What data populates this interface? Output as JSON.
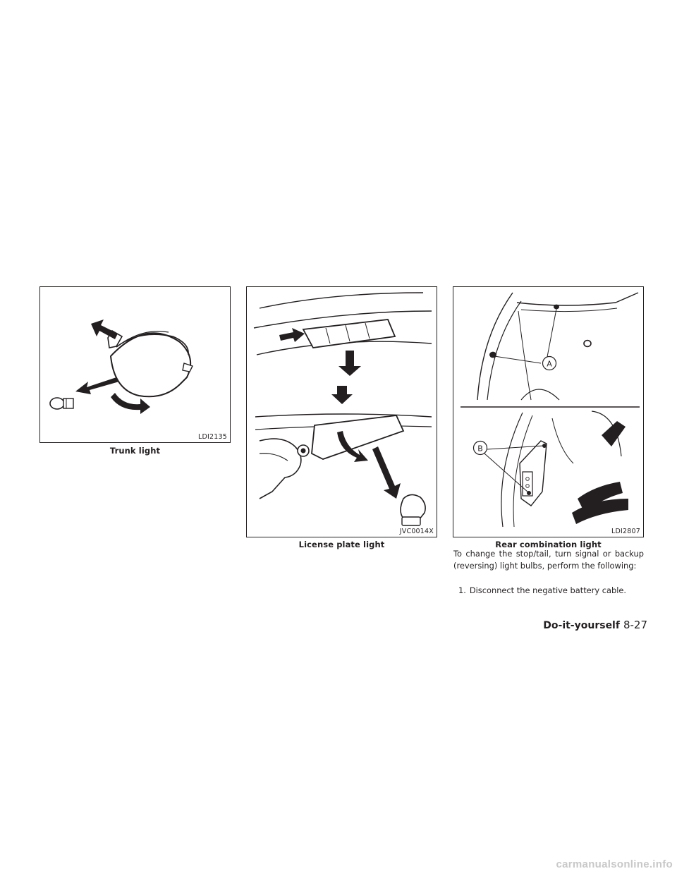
{
  "figures": [
    {
      "code": "LDI2135",
      "caption": "Trunk light"
    },
    {
      "code": "JVC0014X",
      "caption": "License plate light"
    },
    {
      "code": "LDI2807",
      "caption": "Rear combination light",
      "callouts": [
        "A",
        "B"
      ]
    }
  ],
  "body": {
    "paragraph": "To change the stop/tail, turn signal or backup (reversing) light bulbs, perform the following:",
    "steps": [
      {
        "number": "1.",
        "text": "Disconnect the negative battery cable."
      }
    ]
  },
  "footer": {
    "section": "Do-it-yourself",
    "page": "8-27"
  },
  "watermark": "carmanualsonline.info"
}
